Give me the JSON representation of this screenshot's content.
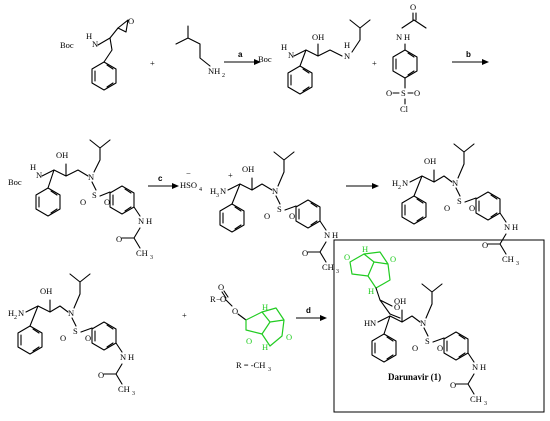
{
  "scheme": {
    "steps": {
      "a": "a",
      "b": "b",
      "c": "c",
      "d": "d"
    },
    "plus": "+",
    "labels": {
      "boc": "Boc",
      "n": "N",
      "nh": "N",
      "h": "H",
      "oh": "OH",
      "nh2": "NH",
      "two": "2",
      "h2n": "H",
      "h2n_n": "N",
      "s": "S",
      "o": "O",
      "cl": "Cl",
      "ch3": "CH",
      "three": "3",
      "hso4": "HSO",
      "four": "4",
      "minus": "−",
      "plus_charge": "+",
      "r": "R",
      "r_def": "R = -CH",
      "product": "Darunavir (1)"
    }
  }
}
